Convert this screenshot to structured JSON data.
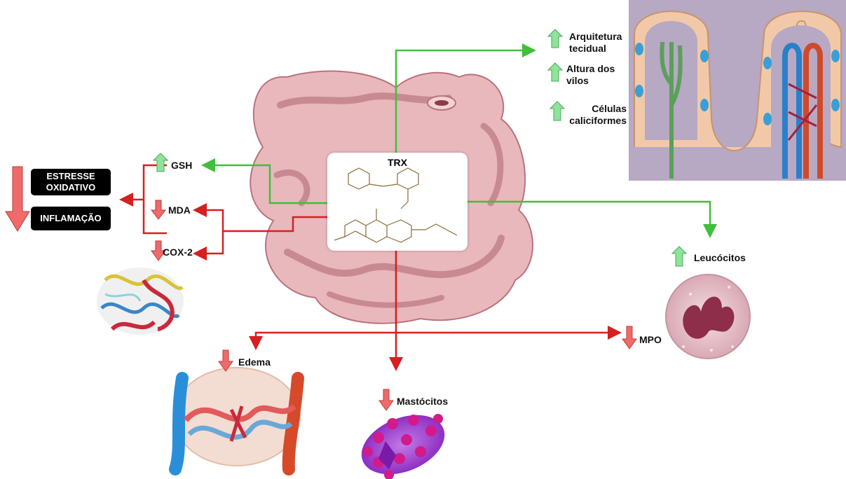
{
  "center": {
    "label": "TRX"
  },
  "left_effects": {
    "oxidative_stress": "ESTRESSE OXIDATIVO",
    "inflammation": "INFLAMAÇÃO",
    "gsh": "GSH",
    "mda": "MDA",
    "cox2": "COX-2"
  },
  "intestinal": {
    "architecture": "Arquitetura tecidual",
    "villus_height": "Altura dos vilos",
    "goblet_cells": "Células caliciformes"
  },
  "right_effects": {
    "leukocytes": "Leucócitos",
    "mpo": "MPO"
  },
  "bottom_effects": {
    "edema": "Edema",
    "mast_cells": "Mastócitos"
  },
  "colors": {
    "increase": "#7fe38c",
    "decrease": "#e05a5a",
    "green_line": "#3fbf3a",
    "red_line": "#d61f1f"
  },
  "icons": {
    "increase": "up-arrow-icon",
    "decrease": "down-arrow-icon"
  }
}
